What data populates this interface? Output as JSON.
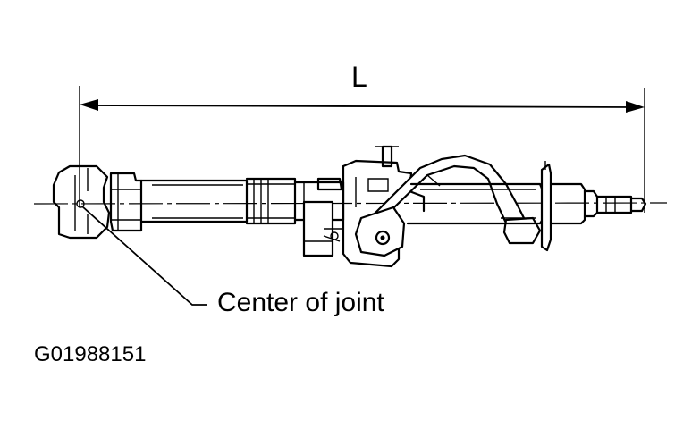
{
  "dimension": {
    "label": "L"
  },
  "callout": {
    "label": "Center of joint"
  },
  "figure": {
    "code": "G01988151"
  },
  "colors": {
    "ink": "#000000",
    "background": "#ffffff"
  }
}
